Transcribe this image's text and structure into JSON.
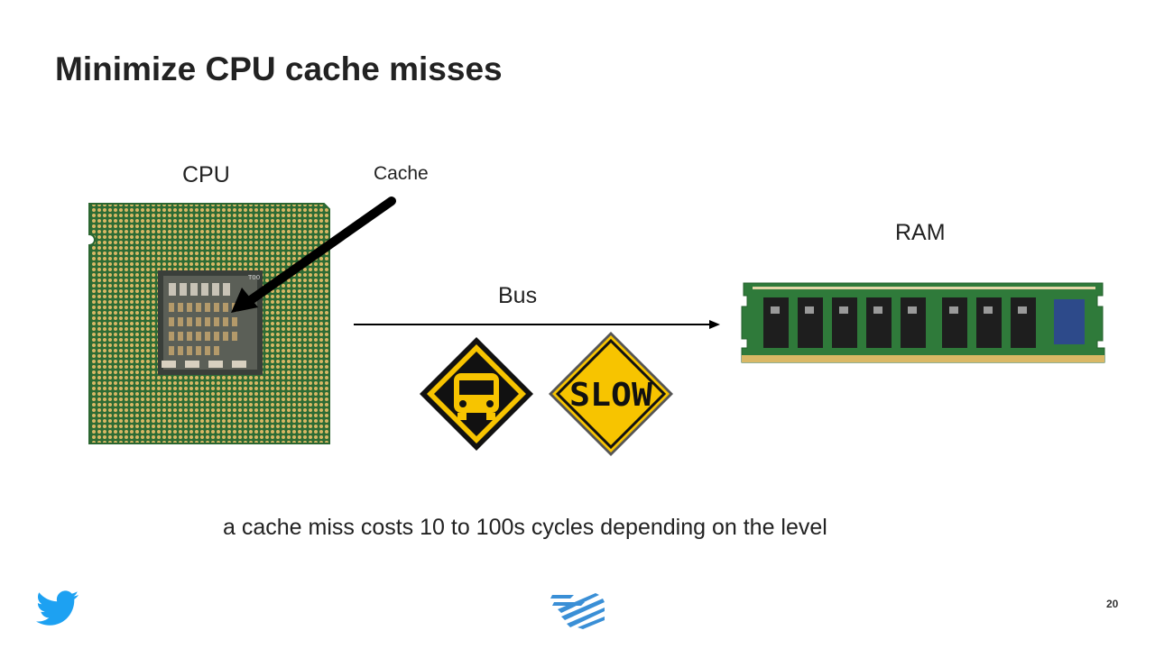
{
  "slide": {
    "title": "Minimize CPU cache misses",
    "page_number": "20"
  },
  "labels": {
    "cpu": "CPU",
    "cache": "Cache",
    "ram": "RAM",
    "bus": "Bus"
  },
  "caption": "a cache miss costs 10 to 100s cycles depending on the level",
  "signs": {
    "slow_text": "SLOW"
  },
  "chip": {
    "marking": "T00"
  },
  "colors": {
    "sign_yellow": "#f7c400",
    "cpu_gold": "#c9a24a",
    "pcb_green": "#2f7a3a",
    "twitter_blue": "#1da1f2",
    "logo_blue": "#3a8fd6"
  },
  "icons": {
    "footer_left": "twitter-bird-icon",
    "footer_center": "striped-logo-icon",
    "bus_sign": "bus-icon"
  }
}
